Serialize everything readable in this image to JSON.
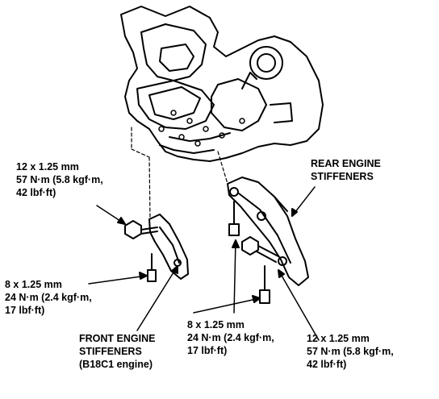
{
  "callouts": {
    "top_left": {
      "line1": "12 x 1.25 mm",
      "line2": "57 N·m (5.8 kgf·m,",
      "line3": "42 lbf·ft)"
    },
    "mid_left": {
      "line1": "8 x 1.25 mm",
      "line2": "24 N·m (2.4 kgf·m,",
      "line3": "17 lbf·ft)"
    },
    "front_stiffeners": {
      "line1": "FRONT ENGINE",
      "line2": "STIFFENERS",
      "line3": "(B18C1 engine)"
    },
    "rear_stiffeners": {
      "line1": "REAR ENGINE",
      "line2": "STIFFENERS"
    },
    "bottom_mid": {
      "line1": "8 x 1.25 mm",
      "line2": "24 N·m (2.4 kgf·m,",
      "line3": "17 lbf·ft)"
    },
    "bottom_right": {
      "line1": "12 x 1.25 mm",
      "line2": "57 N·m (5.8 kgf·m,",
      "line3": "42 lbf·ft)"
    }
  },
  "colors": {
    "ink": "#000000",
    "paper": "#ffffff"
  }
}
